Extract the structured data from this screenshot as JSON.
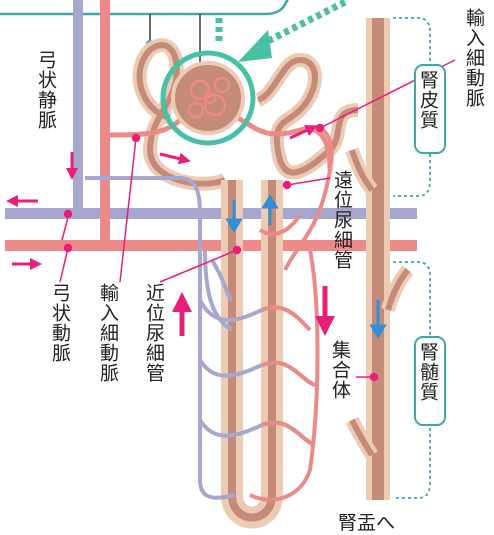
{
  "labels": {
    "arcuate_vein": "弓状静脈",
    "arcuate_artery": "弓状動脈",
    "afferent_arteriole_left": "輸入細動脈",
    "afferent_arteriole_right": "輸入細動脈",
    "proximal_tubule": "近位尿細管",
    "distal_tubule": "遠位尿細管",
    "collecting_duct": "集合体",
    "to_renal_pelvis": "腎盂へ",
    "renal_cortex": "腎皮質",
    "renal_medulla": "腎髄質"
  },
  "colors": {
    "artery": "#ec8a8a",
    "vein": "#a6a6cf",
    "tubule_outer": "#eccab4",
    "tubule_inner": "#c48c78",
    "glomerulus_ring": "#47c0a4",
    "arrow_magenta": "#e81e78",
    "arrow_blue": "#2f8fd8",
    "bracket_teal": "#3aa9a8"
  }
}
